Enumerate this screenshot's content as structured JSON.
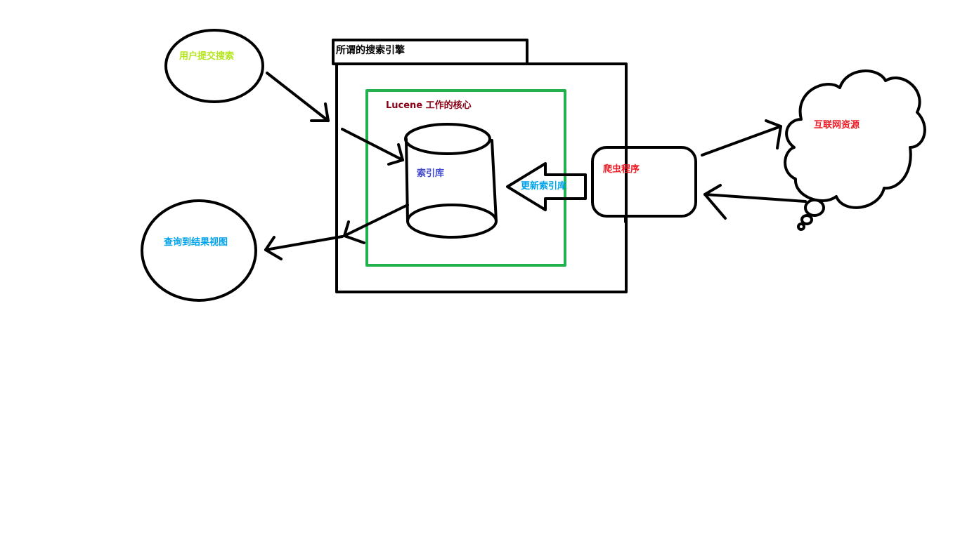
{
  "diagram": {
    "engine_title": "所谓的搜索引擎",
    "core_title": "Lucene 工作的核心",
    "index_label": "索引库",
    "update_label": "更新索引库",
    "crawler_label": "爬虫程序",
    "internet_label": "互联网资源",
    "user_search_label": "用户提交搜索",
    "result_label": "查询到结果视图"
  },
  "colors": {
    "stroke": "#000000",
    "core_border": "#22b14c",
    "user_search_text": "#b5e61d",
    "result_text": "#00a2e8",
    "core_text": "#880015",
    "index_text": "#3f48cc",
    "update_text": "#00a2e8",
    "crawler_text": "#ed1c24",
    "internet_text": "#ed1c24"
  }
}
